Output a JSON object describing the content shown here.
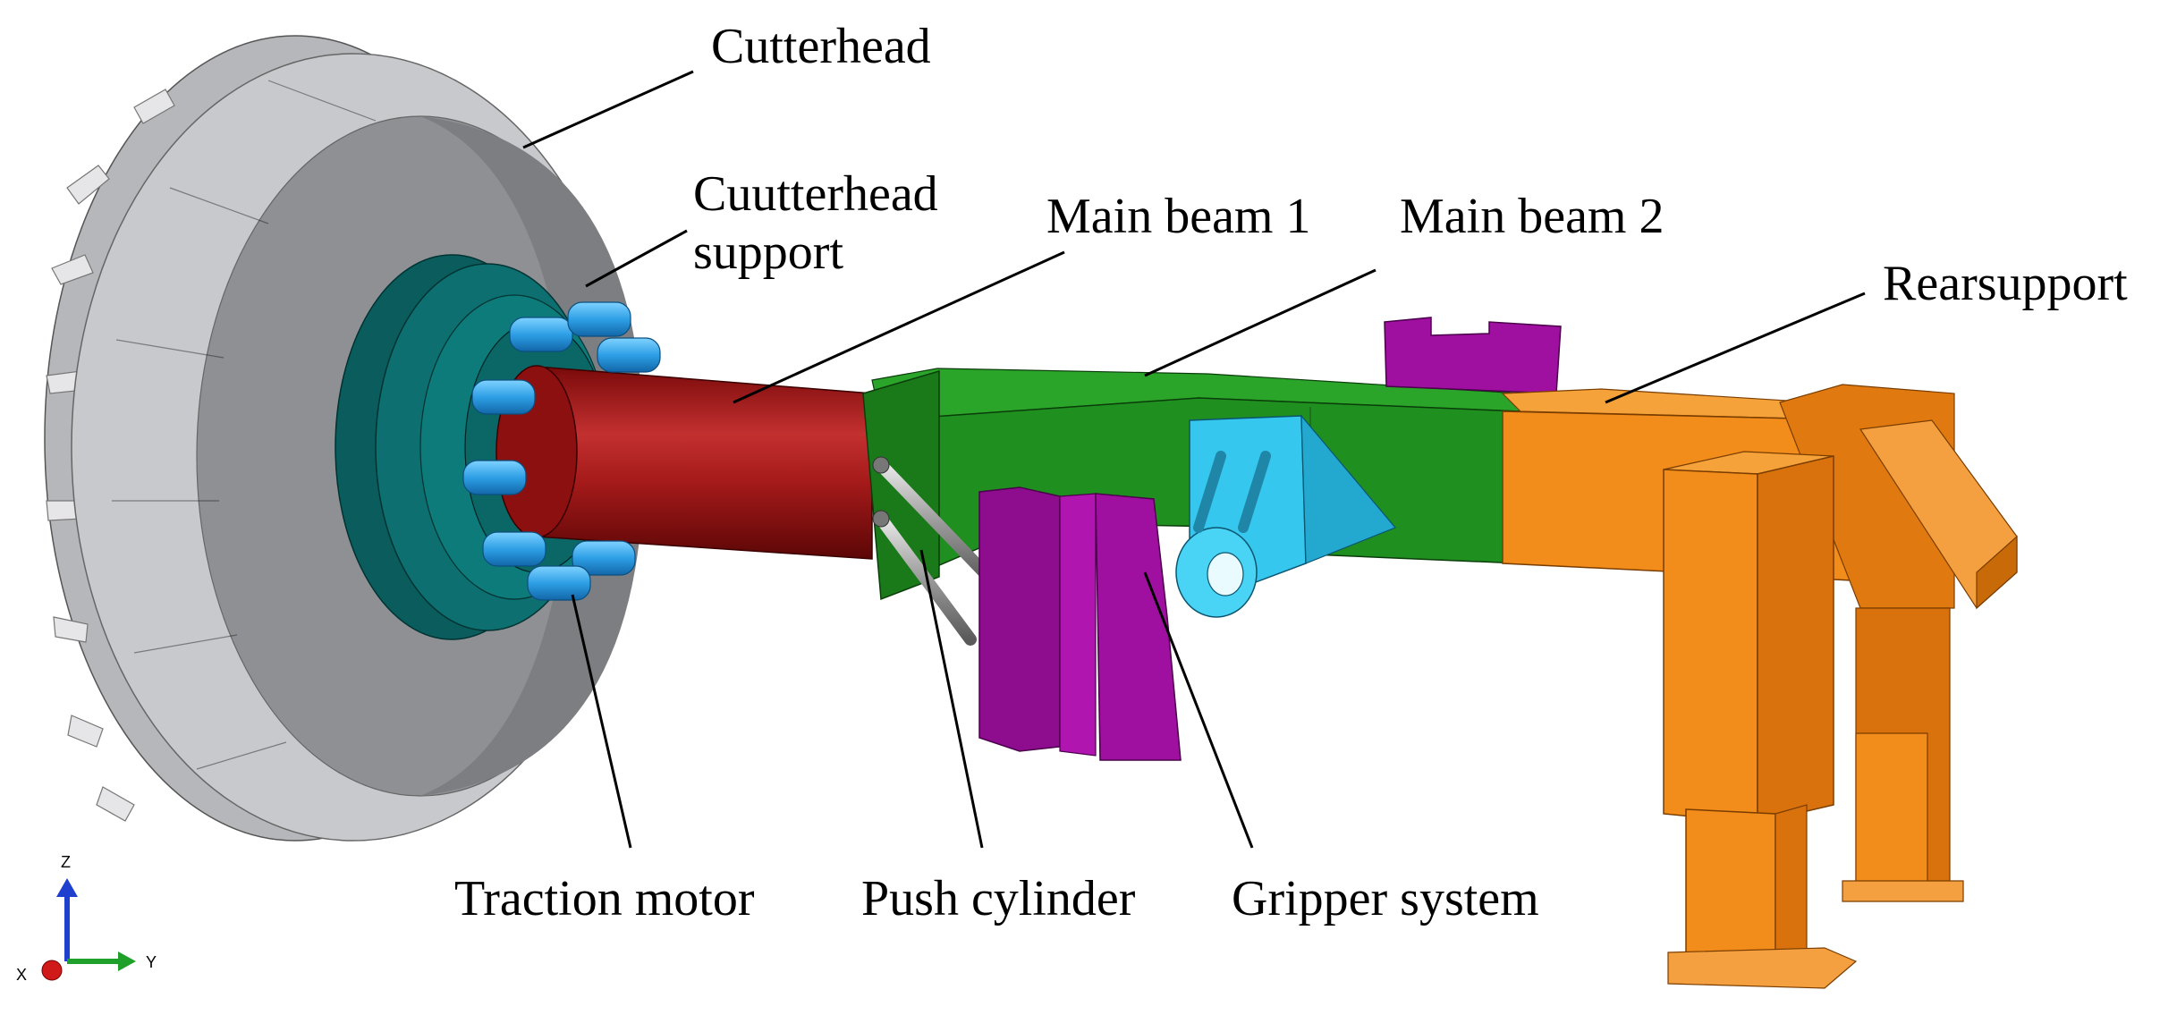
{
  "labels": {
    "cutterhead": "Cutterhead",
    "cutterhead_support_line1": "Cuutterhead",
    "cutterhead_support_line2": "support",
    "main_beam_1": "Main beam 1",
    "main_beam_2": "Main beam 2",
    "rear_support": "Rearsupport",
    "traction_motor": "Traction motor",
    "push_cylinder": "Push cylinder",
    "gripper_system": "Gripper system"
  },
  "axes": {
    "z": "Z",
    "y": "Y",
    "x": "X"
  },
  "colors": {
    "cutterhead": "#c8c9cc",
    "cutterhead_support": "#0d6f6f",
    "traction_motor_bolts": "#2e9fe6",
    "main_beam_1": "#9b1515",
    "main_beam_2": "#1f8f1f",
    "gripper": "#a010a0",
    "gripper_cylinder": "#35c7ee",
    "rear_support": "#f28c1a",
    "axis_z": "#1f3fcf",
    "axis_y": "#1fa02a",
    "axis_x": "#d01a1a"
  }
}
